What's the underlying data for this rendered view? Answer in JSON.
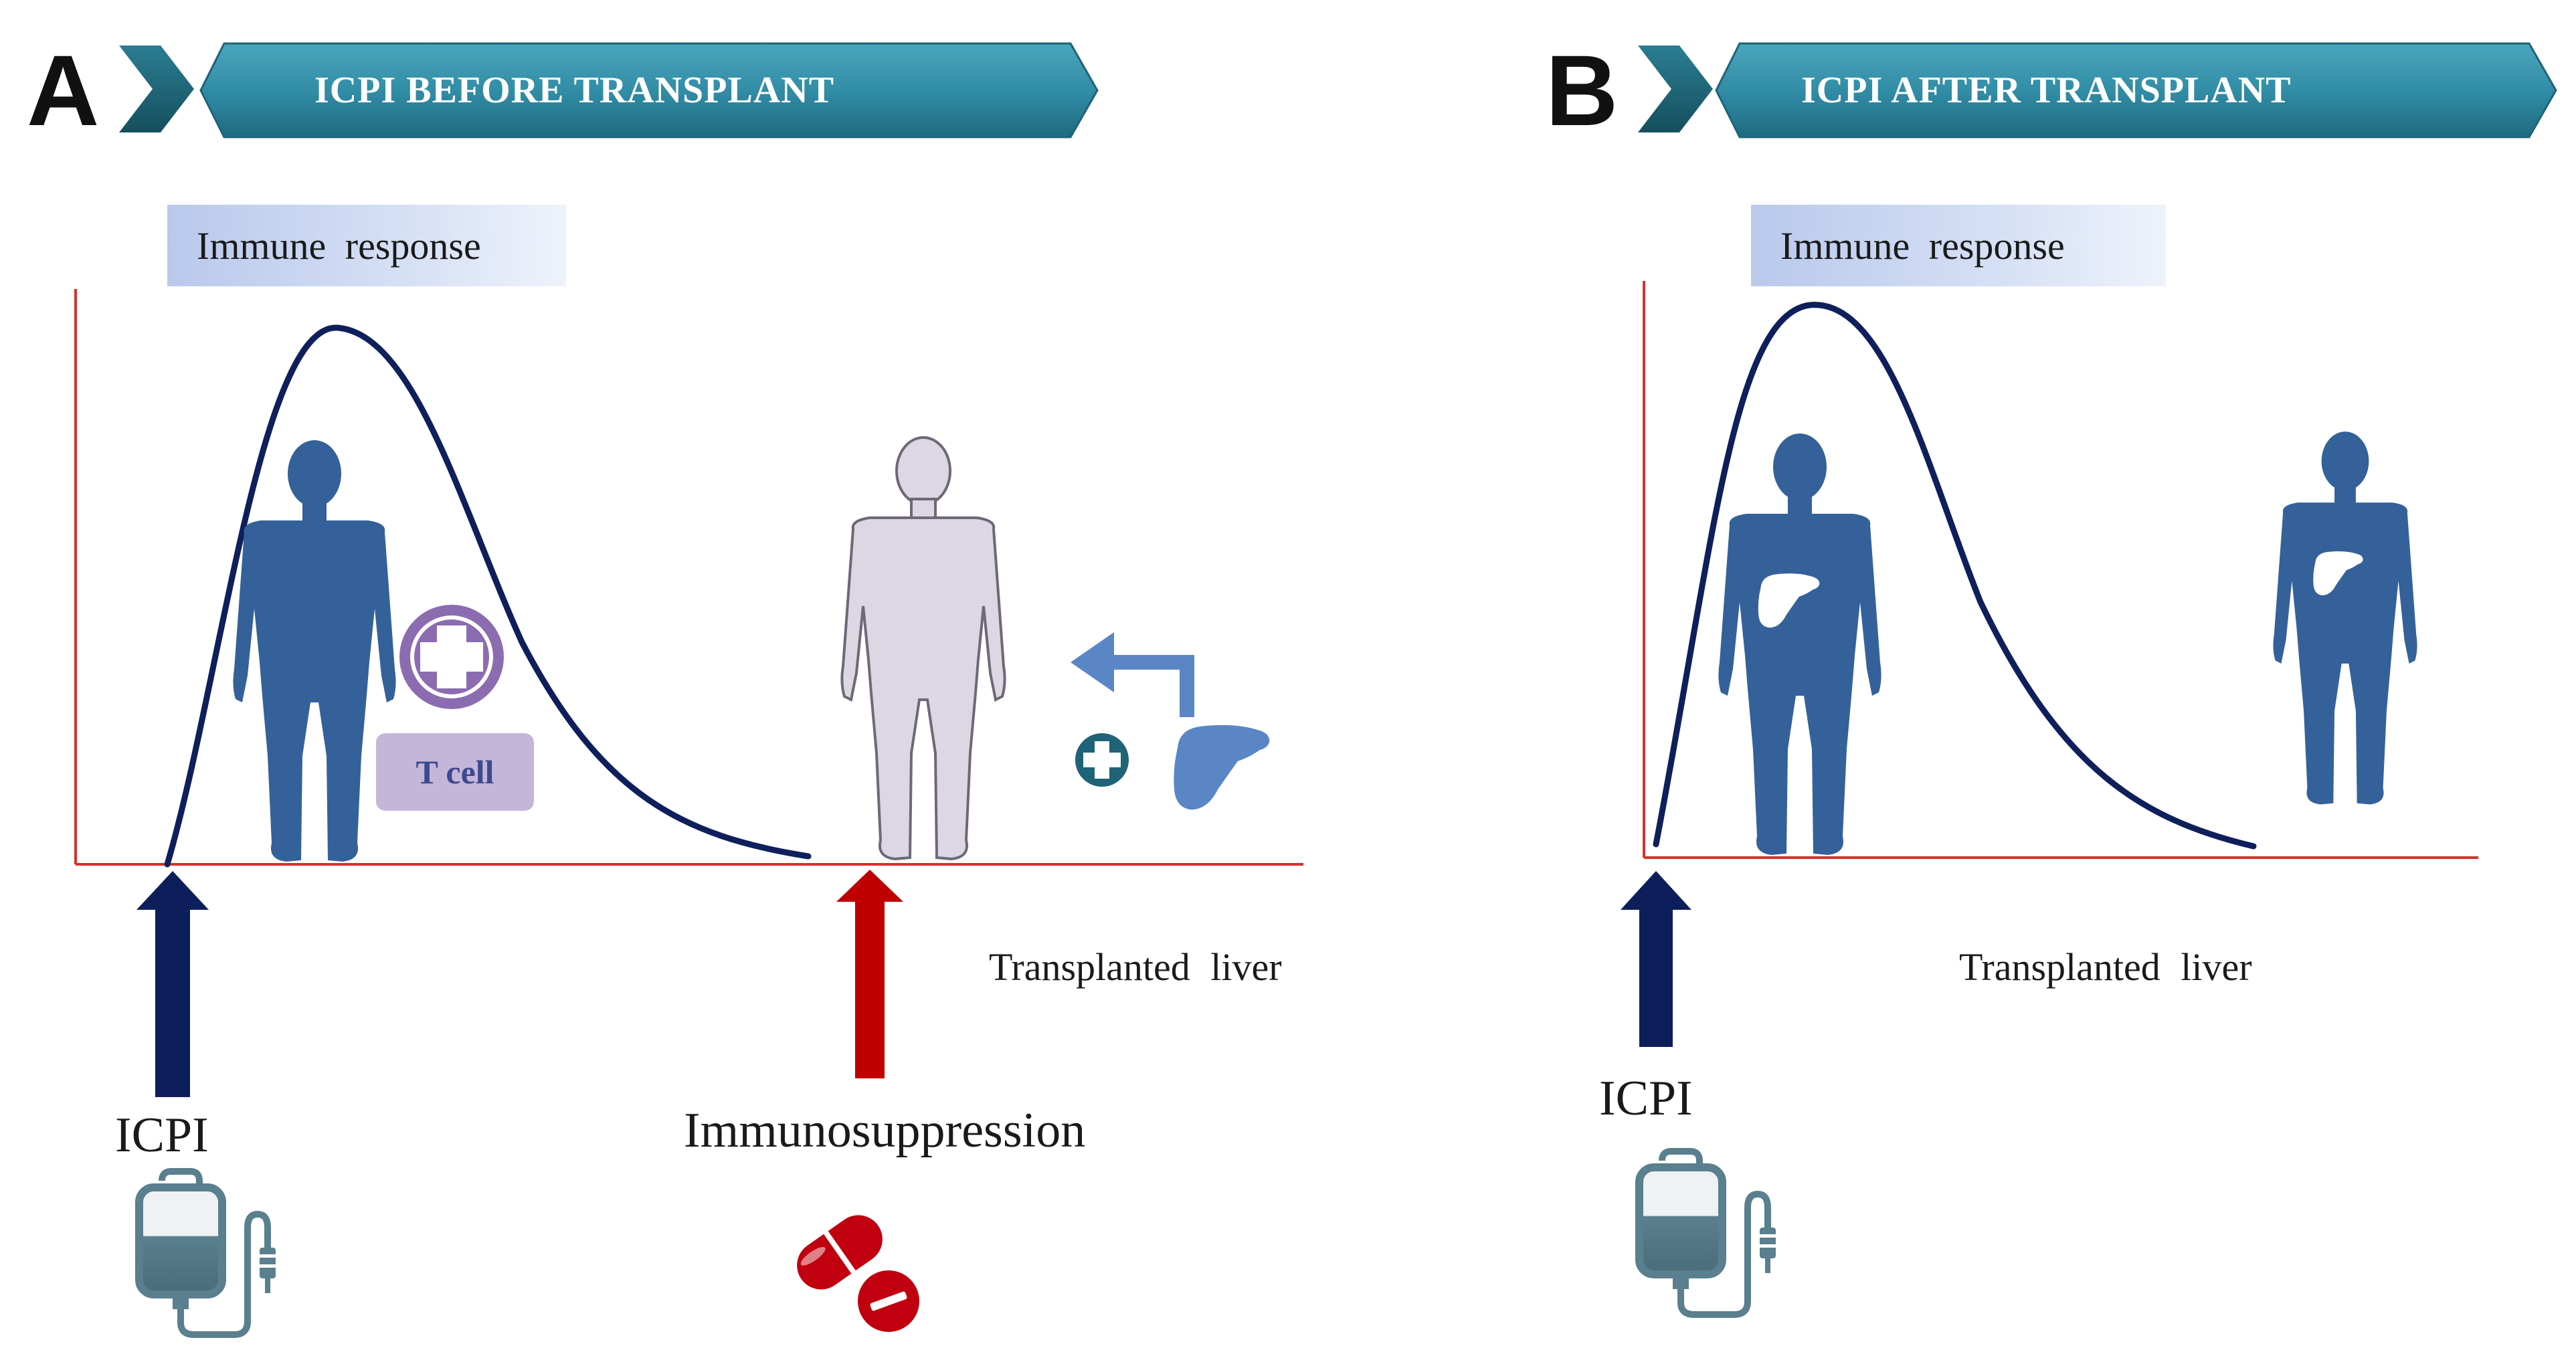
{
  "panel_a": {
    "letter": "A",
    "title": "ICPI BEFORE TRANSPLANT",
    "legend": "Immune response",
    "t_cell_label": "T cell",
    "transplant_label": "Transplanted liver",
    "icpi_label": "ICPI",
    "immunosuppression_label": "Immunosuppression"
  },
  "panel_b": {
    "letter": "B",
    "title": "ICPI AFTER TRANSPLANT",
    "legend": "Immune response",
    "transplant_label": "Transplanted liver",
    "icpi_label": "ICPI"
  },
  "colors": {
    "banner": "#3a8fa6",
    "banner_dark": "#1f5f70",
    "curve": "#0f1f5c",
    "axis": "#d9302c",
    "icpi_arrow": "#0c1f5a",
    "immuno_arrow": "#c00000",
    "figure_blue": "#34619a",
    "figure_gray": "#dcd7e2",
    "plus_purple": "#8c6cb0",
    "liver_blue": "#5a86c5",
    "pill_red": "#c0000e",
    "iv_gray": "#5a7f8e"
  },
  "icons": [
    "chevron-icon",
    "human-figure-icon",
    "plus-icon",
    "liver-icon",
    "iv-bag-icon",
    "pill-icon",
    "return-arrow-icon"
  ]
}
